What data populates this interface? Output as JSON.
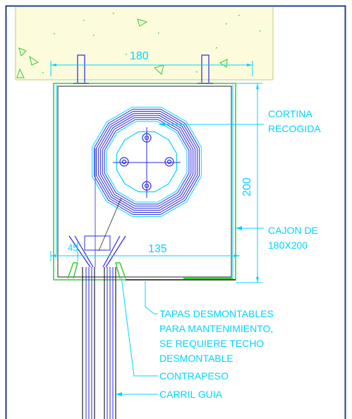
{
  "colors": {
    "background": "#ffffff",
    "frame_border": "#1f3f8f",
    "cyan": "#00d4ff",
    "blue": "#2828e0",
    "green": "#33cc33",
    "dark": "#222222",
    "concrete": "#fcfbdc",
    "concrete_edge": "#c8c87a"
  },
  "dimensions": {
    "top_width": "180",
    "box_height": "200",
    "inner_width": "135",
    "small": "45"
  },
  "labels": {
    "cortina_line1": "CORTINA",
    "cortina_line2": "RECOGIDA",
    "cajon_line1": "CAJON DE",
    "cajon_line2": "180X200",
    "tapas_line1": "TAPAS DESMONTABLES",
    "tapas_line2": "PARA MANTENIMIENTO,",
    "tapas_line3": "SE REQUIERE TECHO",
    "tapas_line4": "DESMONTABLE",
    "contrapeso": "CONTRAPESO",
    "carril": "CARRIL GUIA"
  }
}
